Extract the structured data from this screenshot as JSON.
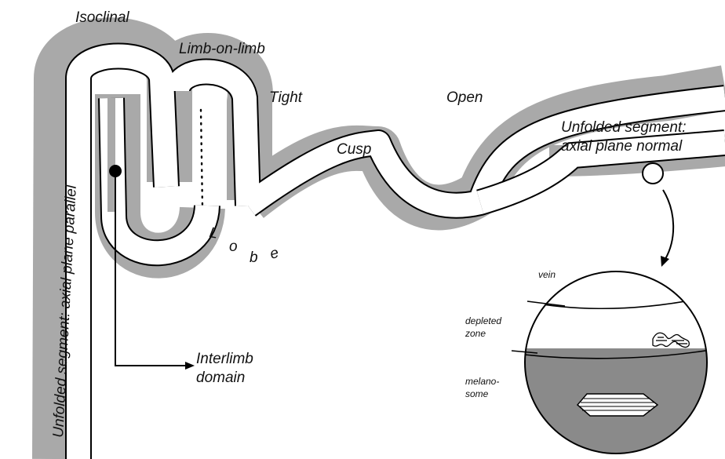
{
  "diagram": {
    "fold_labels": {
      "isoclinal": "Isoclinal",
      "limb_on_limb": "Limb-on-limb",
      "tight": "Tight",
      "open": "Open",
      "cusp": "Cusp",
      "lobe": [
        "L",
        "o",
        "b",
        "e"
      ]
    },
    "unfolded_normal": {
      "line1": "Unfolded segment:",
      "line2": "axial plane normal"
    },
    "unfolded_parallel": "Unfolded segment: axial plane parallel",
    "interlimb": {
      "line1": "Interlimb",
      "line2": "domain"
    },
    "inset": {
      "vein": "vein",
      "depleted": [
        "depleted",
        "zone"
      ],
      "melanosome": [
        "melano-",
        "some"
      ]
    },
    "colors": {
      "halo": "#a9a9a9",
      "layer": "#ffffff",
      "stroke": "#000000",
      "melanosome": "#8a8a8a"
    }
  }
}
